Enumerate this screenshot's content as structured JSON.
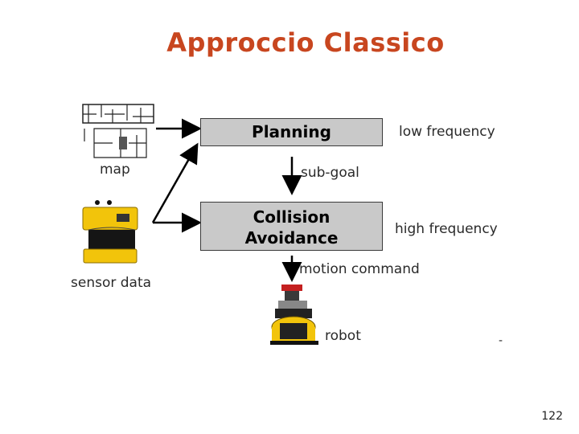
{
  "title": "Approccio Classico",
  "colors": {
    "title": "#c8461f",
    "box_fill": "#c9c9c9",
    "arrow": "#000000",
    "robot_yellow": "#f2c40b"
  },
  "blocks": {
    "planning": "Planning",
    "collision_line1": "Collision",
    "collision_line2": "Avoidance"
  },
  "labels": {
    "map": "map",
    "sensor_data": "sensor data",
    "sub_goal": "sub-goal",
    "motion_command": "motion command",
    "robot": "robot",
    "low_frequency": "low frequency",
    "high_frequency": "high frequency",
    "dash": "-"
  },
  "icons": [
    "floor-map-icon",
    "laser-scanner-icon",
    "mobile-robot-icon"
  ],
  "page_number": "122"
}
